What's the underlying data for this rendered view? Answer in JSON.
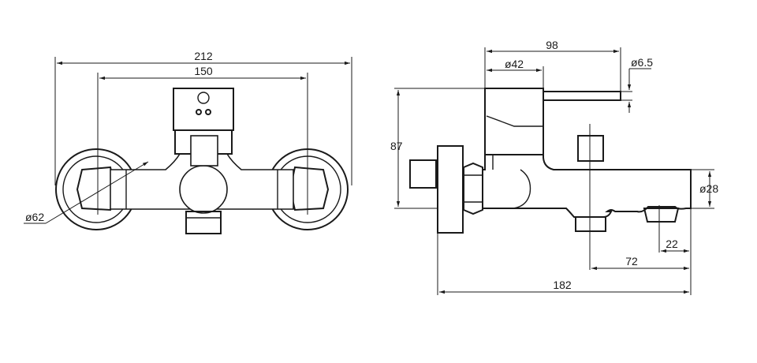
{
  "front_view": {
    "overall_width": "212",
    "center_distance": "150",
    "flange_diameter": "ø62"
  },
  "side_view": {
    "lever_reach": "98",
    "cartridge_diameter": "ø42",
    "lever_diameter": "ø6.5",
    "height": "87",
    "body_diameter": "ø28",
    "aerator_offset": "22",
    "outlet_offset": "72",
    "projection": "182"
  }
}
